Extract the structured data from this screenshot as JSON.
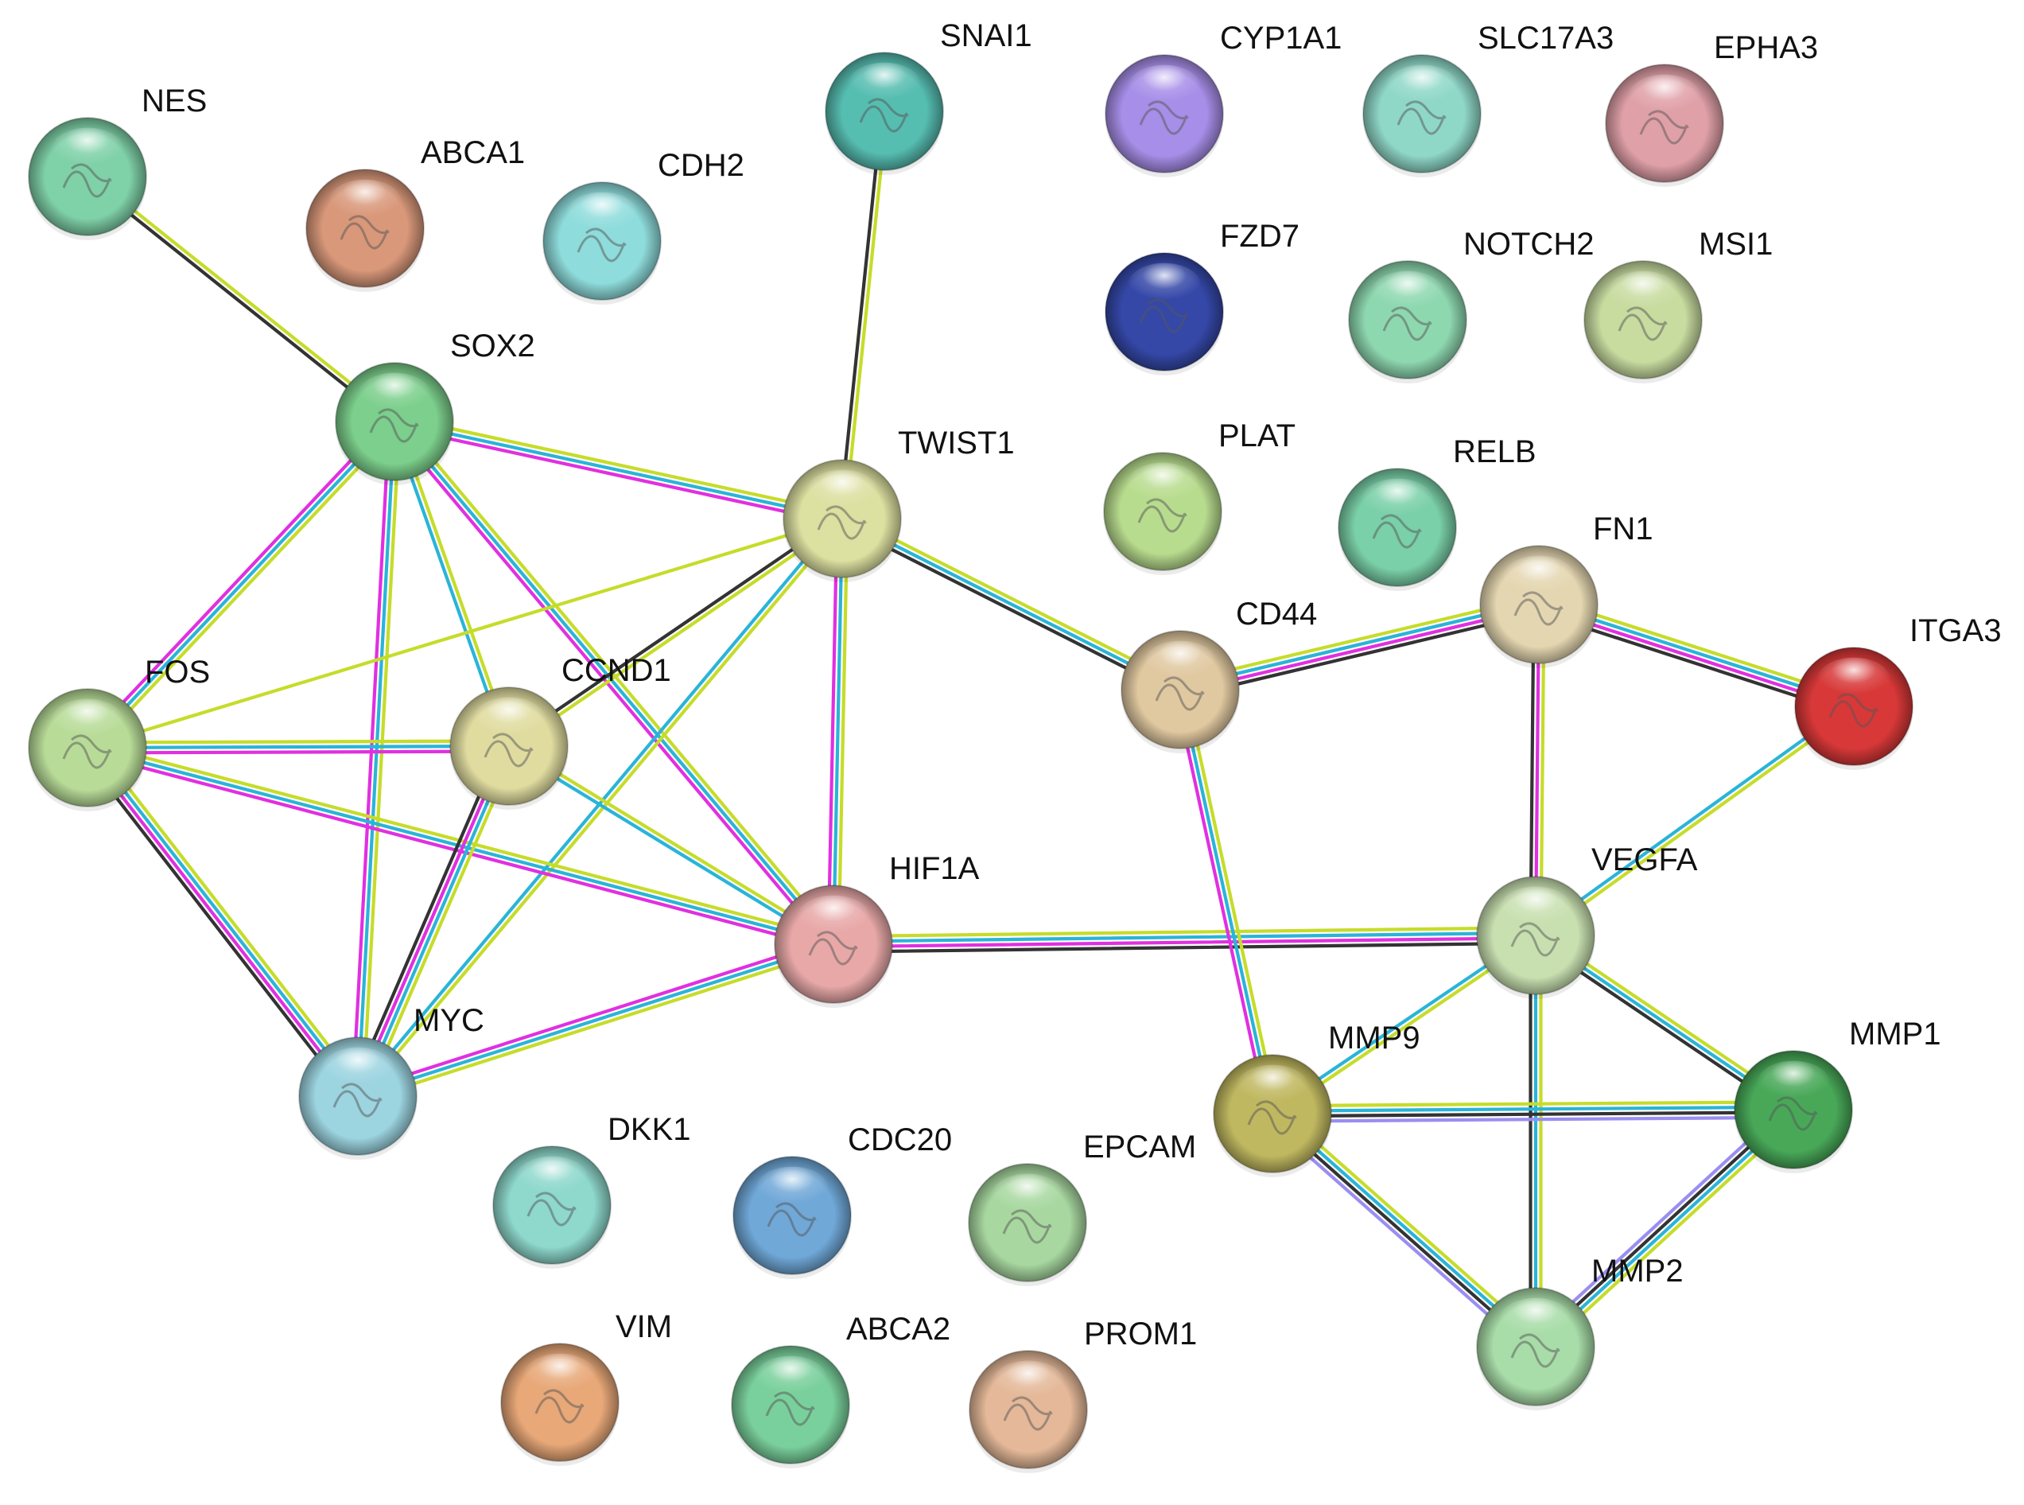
{
  "colors": {
    "textmining": "#c6dc2a",
    "database": "#2ab4d8",
    "experimental": "#e030e0",
    "coexpression": "#333333",
    "homology": "#9a8ef0"
  },
  "nodes": [
    {
      "id": "NES",
      "label": "NES",
      "color": "#7fd1a8"
    },
    {
      "id": "ABCA1",
      "label": "ABCA1",
      "color": "#d9987a"
    },
    {
      "id": "CDH2",
      "label": "CDH2",
      "color": "#8fdcdc"
    },
    {
      "id": "SNAI1",
      "label": "SNAI1",
      "color": "#56bdb1"
    },
    {
      "id": "CYP1A1",
      "label": "CYP1A1",
      "color": "#a78ee8"
    },
    {
      "id": "SLC17A3",
      "label": "SLC17A3",
      "color": "#8fd8c8"
    },
    {
      "id": "EPHA3",
      "label": "EPHA3",
      "color": "#e0a0a8"
    },
    {
      "id": "FZD7",
      "label": "FZD7",
      "color": "#3548a8"
    },
    {
      "id": "NOTCH2",
      "label": "NOTCH2",
      "color": "#8ed8b0"
    },
    {
      "id": "MSI1",
      "label": "MSI1",
      "color": "#c8dca0"
    },
    {
      "id": "SOX2",
      "label": "SOX2",
      "color": "#7ccf8c"
    },
    {
      "id": "TWIST1",
      "label": "TWIST1",
      "color": "#dce0a0"
    },
    {
      "id": "PLAT",
      "label": "PLAT",
      "color": "#b8dc8e"
    },
    {
      "id": "RELB",
      "label": "RELB",
      "color": "#7ad0a8"
    },
    {
      "id": "FN1",
      "label": "FN1",
      "color": "#e4d6b0"
    },
    {
      "id": "CD44",
      "label": "CD44",
      "color": "#e0c8a0"
    },
    {
      "id": "ITGA3",
      "label": "ITGA3",
      "color": "#d83838"
    },
    {
      "id": "FOS",
      "label": "FOS",
      "color": "#b8dc98"
    },
    {
      "id": "CCND1",
      "label": "CCND1",
      "color": "#e0dca0"
    },
    {
      "id": "HIF1A",
      "label": "HIF1A",
      "color": "#e8a8a8"
    },
    {
      "id": "VEGFA",
      "label": "VEGFA",
      "color": "#c8e0b0"
    },
    {
      "id": "MYC",
      "label": "MYC",
      "color": "#9cd4e0"
    },
    {
      "id": "MMP9",
      "label": "MMP9",
      "color": "#c0b860"
    },
    {
      "id": "MMP1",
      "label": "MMP1",
      "color": "#48a858"
    },
    {
      "id": "DKK1",
      "label": "DKK1",
      "color": "#8ed8cc"
    },
    {
      "id": "CDC20",
      "label": "CDC20",
      "color": "#70a8d8"
    },
    {
      "id": "EPCAM",
      "label": "EPCAM",
      "color": "#a8d8a0"
    },
    {
      "id": "MMP2",
      "label": "MMP2",
      "color": "#a8dca8"
    },
    {
      "id": "VIM",
      "label": "VIM",
      "color": "#e8a878"
    },
    {
      "id": "ABCA2",
      "label": "ABCA2",
      "color": "#7ad09c"
    },
    {
      "id": "PROM1",
      "label": "PROM1",
      "color": "#e4b898"
    }
  ],
  "edges": [
    {
      "source": "NES",
      "target": "SOX2",
      "types": [
        "textmining",
        "coexpression"
      ]
    },
    {
      "source": "SNAI1",
      "target": "TWIST1",
      "types": [
        "textmining",
        "coexpression"
      ]
    },
    {
      "source": "SOX2",
      "target": "TWIST1",
      "types": [
        "textmining",
        "database",
        "experimental"
      ]
    },
    {
      "source": "SOX2",
      "target": "FOS",
      "types": [
        "textmining",
        "database",
        "experimental"
      ]
    },
    {
      "source": "SOX2",
      "target": "CCND1",
      "types": [
        "textmining",
        "database"
      ]
    },
    {
      "source": "SOX2",
      "target": "HIF1A",
      "types": [
        "textmining",
        "database",
        "experimental"
      ]
    },
    {
      "source": "SOX2",
      "target": "MYC",
      "types": [
        "textmining",
        "database",
        "experimental"
      ]
    },
    {
      "source": "TWIST1",
      "target": "FOS",
      "types": [
        "textmining"
      ]
    },
    {
      "source": "TWIST1",
      "target": "CCND1",
      "types": [
        "textmining",
        "coexpression"
      ]
    },
    {
      "source": "TWIST1",
      "target": "HIF1A",
      "types": [
        "textmining",
        "database",
        "experimental"
      ]
    },
    {
      "source": "TWIST1",
      "target": "MYC",
      "types": [
        "textmining",
        "database"
      ]
    },
    {
      "source": "TWIST1",
      "target": "CD44",
      "types": [
        "textmining",
        "database",
        "coexpression"
      ]
    },
    {
      "source": "FOS",
      "target": "CCND1",
      "types": [
        "textmining",
        "database",
        "experimental"
      ]
    },
    {
      "source": "FOS",
      "target": "HIF1A",
      "types": [
        "textmining",
        "database",
        "experimental"
      ]
    },
    {
      "source": "FOS",
      "target": "MYC",
      "types": [
        "textmining",
        "database",
        "experimental",
        "coexpression"
      ]
    },
    {
      "source": "CCND1",
      "target": "HIF1A",
      "types": [
        "textmining",
        "database"
      ]
    },
    {
      "source": "CCND1",
      "target": "MYC",
      "types": [
        "textmining",
        "database",
        "experimental",
        "coexpression"
      ]
    },
    {
      "source": "HIF1A",
      "target": "MYC",
      "types": [
        "textmining",
        "database",
        "experimental"
      ]
    },
    {
      "source": "HIF1A",
      "target": "VEGFA",
      "types": [
        "textmining",
        "database",
        "experimental",
        "coexpression"
      ]
    },
    {
      "source": "CD44",
      "target": "FN1",
      "types": [
        "textmining",
        "database",
        "experimental",
        "coexpression"
      ]
    },
    {
      "source": "CD44",
      "target": "MMP9",
      "types": [
        "textmining",
        "database",
        "experimental"
      ]
    },
    {
      "source": "FN1",
      "target": "ITGA3",
      "types": [
        "textmining",
        "database",
        "experimental",
        "coexpression"
      ]
    },
    {
      "source": "FN1",
      "target": "VEGFA",
      "types": [
        "textmining",
        "experimental",
        "coexpression"
      ]
    },
    {
      "source": "ITGA3",
      "target": "VEGFA",
      "types": [
        "textmining",
        "database"
      ]
    },
    {
      "source": "VEGFA",
      "target": "MMP9",
      "types": [
        "textmining",
        "database"
      ]
    },
    {
      "source": "VEGFA",
      "target": "MMP1",
      "types": [
        "textmining",
        "database",
        "coexpression"
      ]
    },
    {
      "source": "VEGFA",
      "target": "MMP2",
      "types": [
        "textmining",
        "database",
        "coexpression"
      ]
    },
    {
      "source": "MMP9",
      "target": "MMP1",
      "types": [
        "textmining",
        "database",
        "coexpression",
        "homology"
      ]
    },
    {
      "source": "MMP9",
      "target": "MMP2",
      "types": [
        "textmining",
        "database",
        "coexpression",
        "homology"
      ]
    },
    {
      "source": "MMP1",
      "target": "MMP2",
      "types": [
        "textmining",
        "database",
        "coexpression",
        "homology"
      ]
    }
  ]
}
